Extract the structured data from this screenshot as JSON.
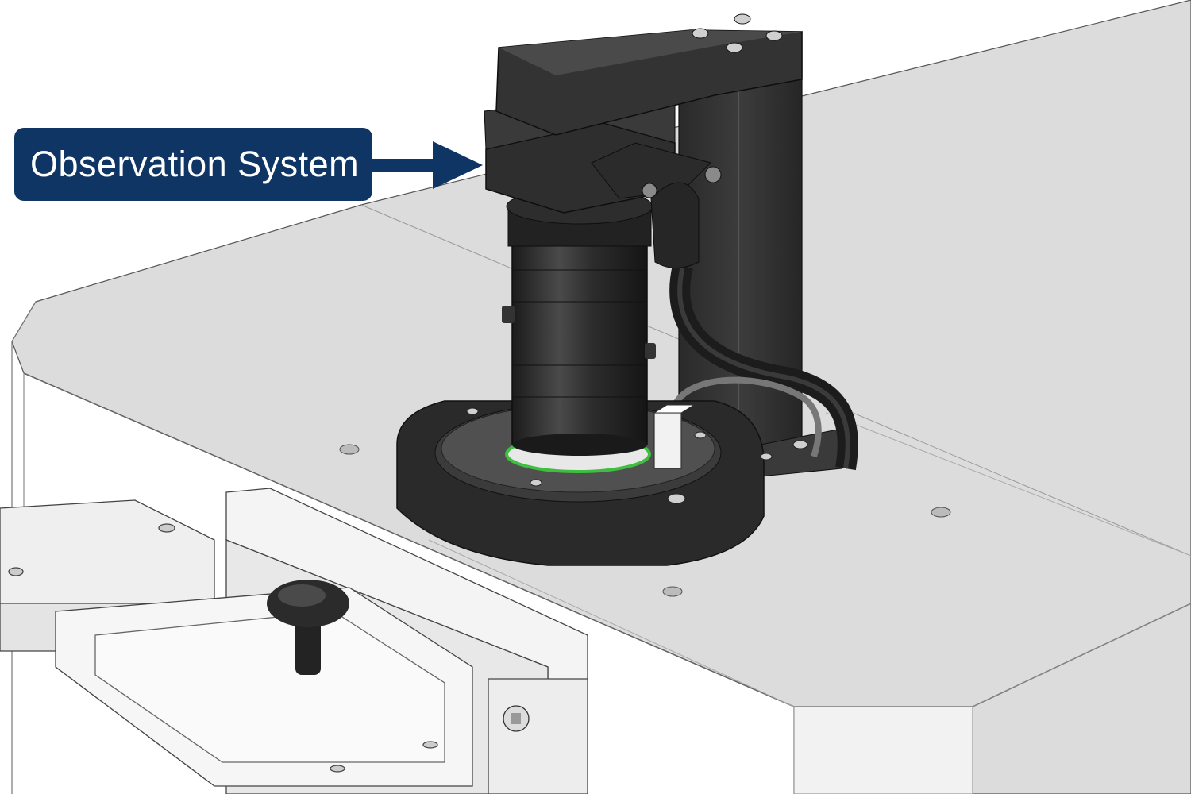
{
  "callout": {
    "label": "Observation System",
    "background_color": "#0e3563",
    "text_color": "#ffffff",
    "arrow_color": "#0e3563",
    "arrow_direction": "right"
  },
  "illustration": {
    "subject": "observation-system-camera-assembly",
    "style": "grayscale-3d-cad-render",
    "accent_color": "#3fbf3f"
  }
}
